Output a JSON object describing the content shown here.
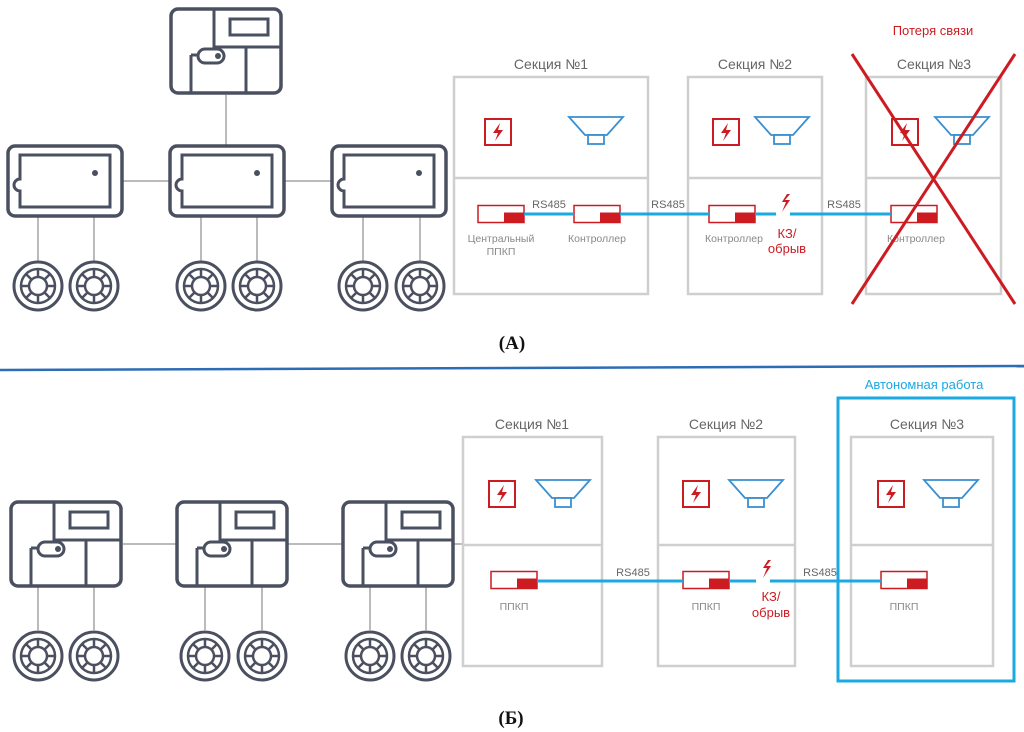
{
  "panel_a": {
    "caption": "(А)",
    "status": "Потеря связи",
    "sections": [
      "Секция №1",
      "Секция №2",
      "Секция №3"
    ],
    "device_central": [
      "Центральный",
      "ППКП"
    ],
    "device_controller": "Контроллер",
    "bus_label": "RS485",
    "fault": [
      "КЗ/",
      "обрыв"
    ]
  },
  "panel_b": {
    "caption": "(Б)",
    "status": "Автономная работа",
    "sections": [
      "Секция №1",
      "Секция №2",
      "Секция №3"
    ],
    "device_label": "ППКП",
    "bus_label": "RS485",
    "fault": [
      "КЗ/",
      "обрыв"
    ]
  },
  "colors": {
    "device_stroke": "#4a5060",
    "wire": "#bbbbbb",
    "section_border": "#cfcfcf",
    "bus": "#1aa9e0",
    "alarm": "#cc1c22",
    "siren": "#3a8fd0",
    "autonomous_frame": "#1aa9e0",
    "divider": "#2e6db5"
  },
  "icons": [
    "control-panel-icon",
    "controller-icon",
    "smoke-detector-icon",
    "power-icon",
    "siren-icon",
    "lightning-icon"
  ]
}
